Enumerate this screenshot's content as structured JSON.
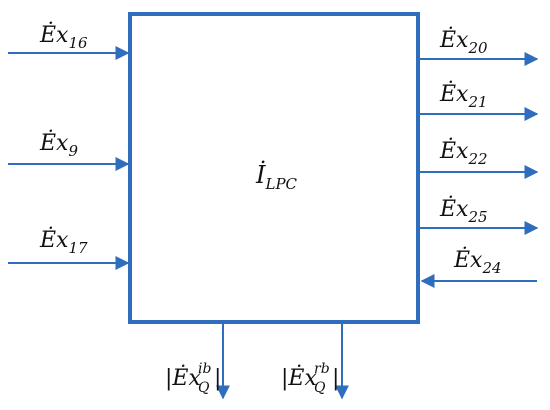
{
  "colors": {
    "accent": "#2f6ebd",
    "text": "#111111",
    "background": "#ffffff"
  },
  "block": {
    "label_main": "İ",
    "label_sub": "LPC"
  },
  "inputs": [
    {
      "id": "in16",
      "main": "Ėx",
      "sub": "16"
    },
    {
      "id": "in9",
      "main": "Ėx",
      "sub": "9"
    },
    {
      "id": "in17",
      "main": "Ėx",
      "sub": "17"
    }
  ],
  "outputs_right": [
    {
      "id": "out20",
      "main": "Ėx",
      "sub": "20"
    },
    {
      "id": "out21",
      "main": "Ėx",
      "sub": "21"
    },
    {
      "id": "out22",
      "main": "Ėx",
      "sub": "22"
    },
    {
      "id": "out25",
      "main": "Ėx",
      "sub": "25"
    }
  ],
  "inputs_right": [
    {
      "id": "in24",
      "main": "Ėx",
      "sub": "24"
    }
  ],
  "outputs_bottom": [
    {
      "id": "qib",
      "main": "Ėx",
      "sub": "Q",
      "sup": "ib",
      "bar": "|"
    },
    {
      "id": "qrb",
      "main": "Ėx",
      "sub": "Q",
      "sup": "rb",
      "bar": "|"
    }
  ]
}
